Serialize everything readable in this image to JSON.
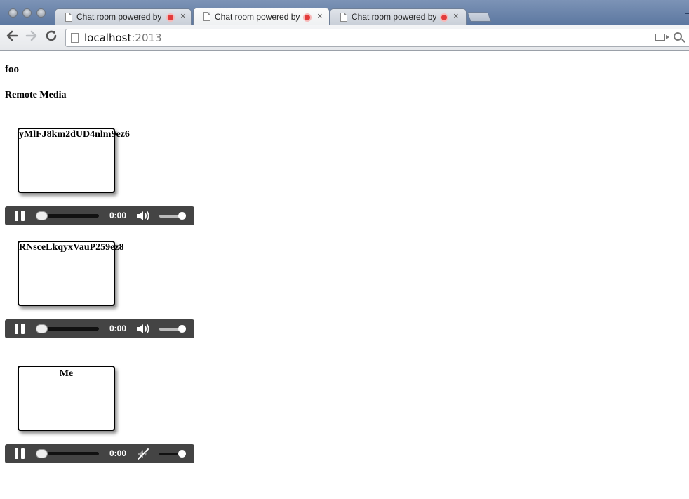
{
  "browser": {
    "tabs": [
      {
        "title": "Chat room powered by",
        "active": false
      },
      {
        "title": "Chat room powered by",
        "active": true
      },
      {
        "title": "Chat room powered by",
        "active": false
      }
    ],
    "close_glyph": "×",
    "url_host": "localhost",
    "url_port": ":2013",
    "icons": [
      "back-icon",
      "forward-icon",
      "reload-icon",
      "page-icon",
      "camera-icon",
      "zoom-icon",
      "record-icon"
    ]
  },
  "page": {
    "title": "foo",
    "remote_media_heading": "Remote Media",
    "streams": [
      {
        "label": "yMlFJ8km2dUD4nlm9ez6",
        "time": "0:00",
        "muted": false
      },
      {
        "label": "RNsceLkqyxVauP259ez8",
        "time": "0:00",
        "muted": false
      }
    ],
    "local": {
      "label": "Me",
      "time": "0:00",
      "muted": true
    }
  },
  "colors": {
    "tabstrip": "#6a84ab",
    "recording_dot": "#e23b3b",
    "audio_bar": "#444444"
  }
}
